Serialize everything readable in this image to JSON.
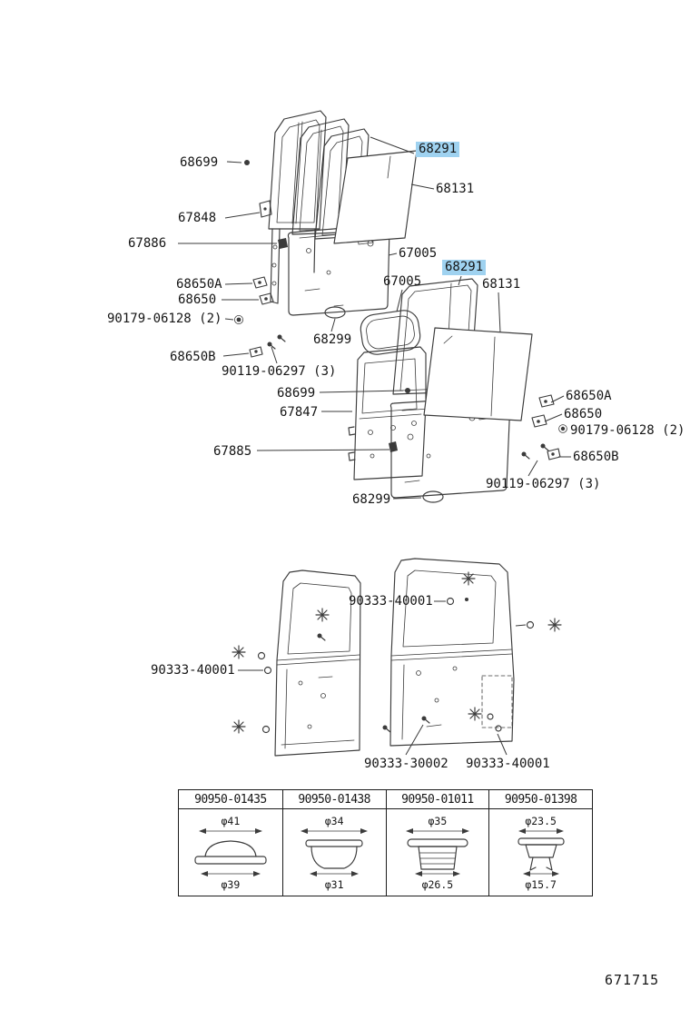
{
  "figure_number": "671715",
  "colors": {
    "highlight": "#9fd2f0",
    "line": "#3b3b3b",
    "text": "#151515"
  },
  "callouts": [
    {
      "text": "68699"
    },
    {
      "text": "68291",
      "highlight": true
    },
    {
      "text": "68131"
    },
    {
      "text": "67848"
    },
    {
      "text": "67886"
    },
    {
      "text": "67005"
    },
    {
      "text": "68650A"
    },
    {
      "text": "68650"
    },
    {
      "text": "90179-06128 (2)"
    },
    {
      "text": "68299"
    },
    {
      "text": "68650B"
    },
    {
      "text": "90119-06297 (3)"
    },
    {
      "text": "68291",
      "highlight": true
    },
    {
      "text": "68131"
    },
    {
      "text": "67005"
    },
    {
      "text": "68699"
    },
    {
      "text": "67847"
    },
    {
      "text": "68650A"
    },
    {
      "text": "68650"
    },
    {
      "text": "90179-06128 (2)"
    },
    {
      "text": "67885"
    },
    {
      "text": "68650B"
    },
    {
      "text": "90119-06297 (3)"
    },
    {
      "text": "68299"
    },
    {
      "text": "90333-40001"
    },
    {
      "text": "90333-40001"
    },
    {
      "text": "90333-30002"
    },
    {
      "text": "90333-40001"
    }
  ],
  "table": {
    "columns": [
      {
        "part": "90950-01435",
        "top_dim": "φ41",
        "bottom_dim": "φ39"
      },
      {
        "part": "90950-01438",
        "top_dim": "φ34",
        "bottom_dim": "φ31"
      },
      {
        "part": "90950-01011",
        "top_dim": "φ35",
        "bottom_dim": "φ26.5"
      },
      {
        "part": "90950-01398",
        "top_dim": "φ23.5",
        "bottom_dim": "φ15.7"
      }
    ]
  }
}
